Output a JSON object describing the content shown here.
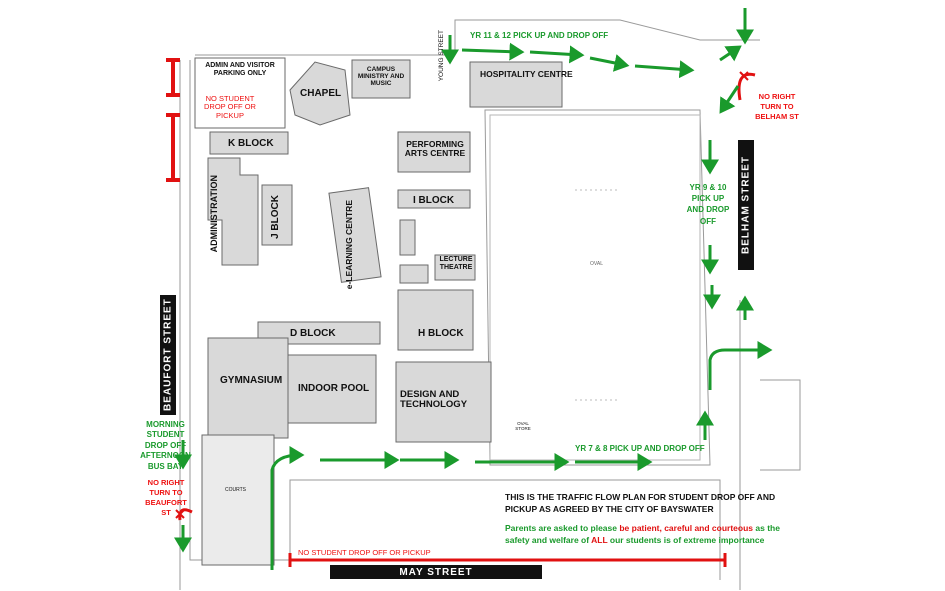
{
  "buildings": {
    "chapel": "CHAPEL",
    "campus_ministry": "CAMPUS MINISTRY AND MUSIC",
    "hospitality": "HOSPITALITY CENTRE",
    "k_block": "K BLOCK",
    "administration": "ADMINISTRATION",
    "j_block": "J BLOCK",
    "performing_arts": "PERFORMING ARTS CENTRE",
    "i_block": "I BLOCK",
    "elearning": "e-LEARNING CENTRE",
    "lecture_theatre": "LECTURE THEATRE",
    "d_block": "D BLOCK",
    "h_block": "H BLOCK",
    "gymnasium": "GYMNASIUM",
    "indoor_pool": "INDOOR POOL",
    "design_tech": "DESIGN AND TECHNOLOGY",
    "courts": "COURTS",
    "oval": "OVAL",
    "oval_store": "OVAL STORE"
  },
  "streets": {
    "young": "YOUNG STREET",
    "belham": "BELHAM STREET",
    "beaufort": "BEAUFORT STREET",
    "may": "MAY STREET"
  },
  "labels": {
    "admin_parking": "ADMIN AND VISITOR PARKING ONLY",
    "admin_no_drop": "NO STUDENT DROP OFF OR PICKUP",
    "yr11_12": "YR 11 & 12 PICK UP AND DROP OFF",
    "no_right_belham": "NO RIGHT TURN TO BELHAM ST",
    "yr9_10": "YR 9 & 10 PICK UP AND DROP OFF",
    "yr7_8": "YR 7 & 8 PICK UP AND DROP OFF",
    "morning_bay": "MORNING STUDENT DROP OFF AFTERNOON BUS BAY",
    "no_right_beaufort": "NO RIGHT TURN TO BEAUFORT ST",
    "may_no_drop": "NO STUDENT DROP OFF OR PICKUP"
  },
  "notes": {
    "plan": "THIS IS THE TRAFFIC FLOW PLAN FOR STUDENT DROP OFF AND PICKUP AS AGREED BY THE CITY OF BAYSWATER",
    "parents_1": "Parents are asked to please ",
    "parents_2": "be patient, careful and courteous",
    "parents_3": " as the safety and welfare of ",
    "parents_4": "ALL",
    "parents_5": " our students is of extreme importance"
  },
  "colors": {
    "flow": "#1a9a2c",
    "restriction": "#e11111",
    "building": "#d9d9d9",
    "street": "#111111"
  },
  "icons": {
    "flow_arrow": "arrow-icon",
    "no_turn": "cross-icon"
  }
}
